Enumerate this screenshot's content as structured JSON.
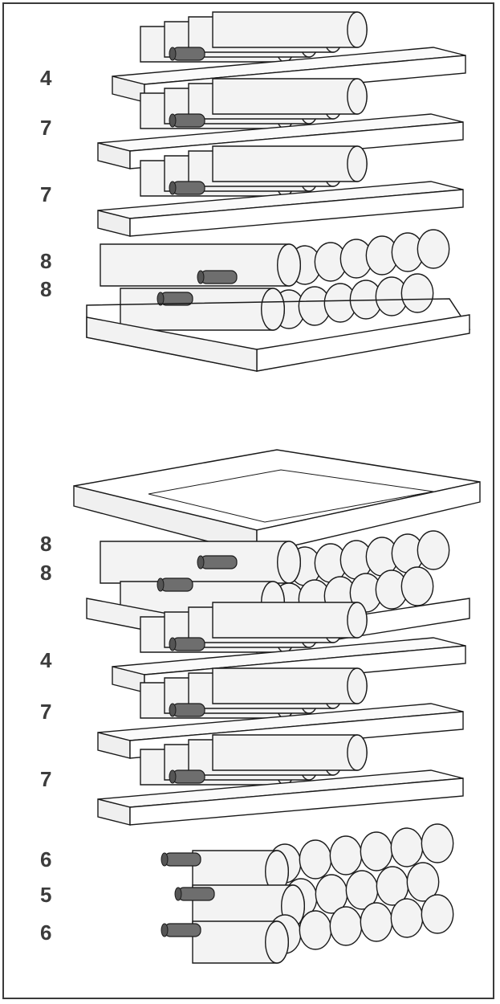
{
  "colors": {
    "line": "#1a1a1a",
    "bottle_fill": "#f3f3f3",
    "neck_fill": "#6e6e6e",
    "shelf_fill": "#fafafa",
    "label": "#3c3c3c",
    "frame": "#3a3a3a"
  },
  "top_configuration": {
    "bottle_counts": [
      "4",
      "7",
      "7",
      "8",
      "8"
    ]
  },
  "bottom_configuration": {
    "bottle_counts": [
      "8",
      "8",
      "4",
      "7",
      "7",
      "6",
      "5",
      "6"
    ]
  }
}
